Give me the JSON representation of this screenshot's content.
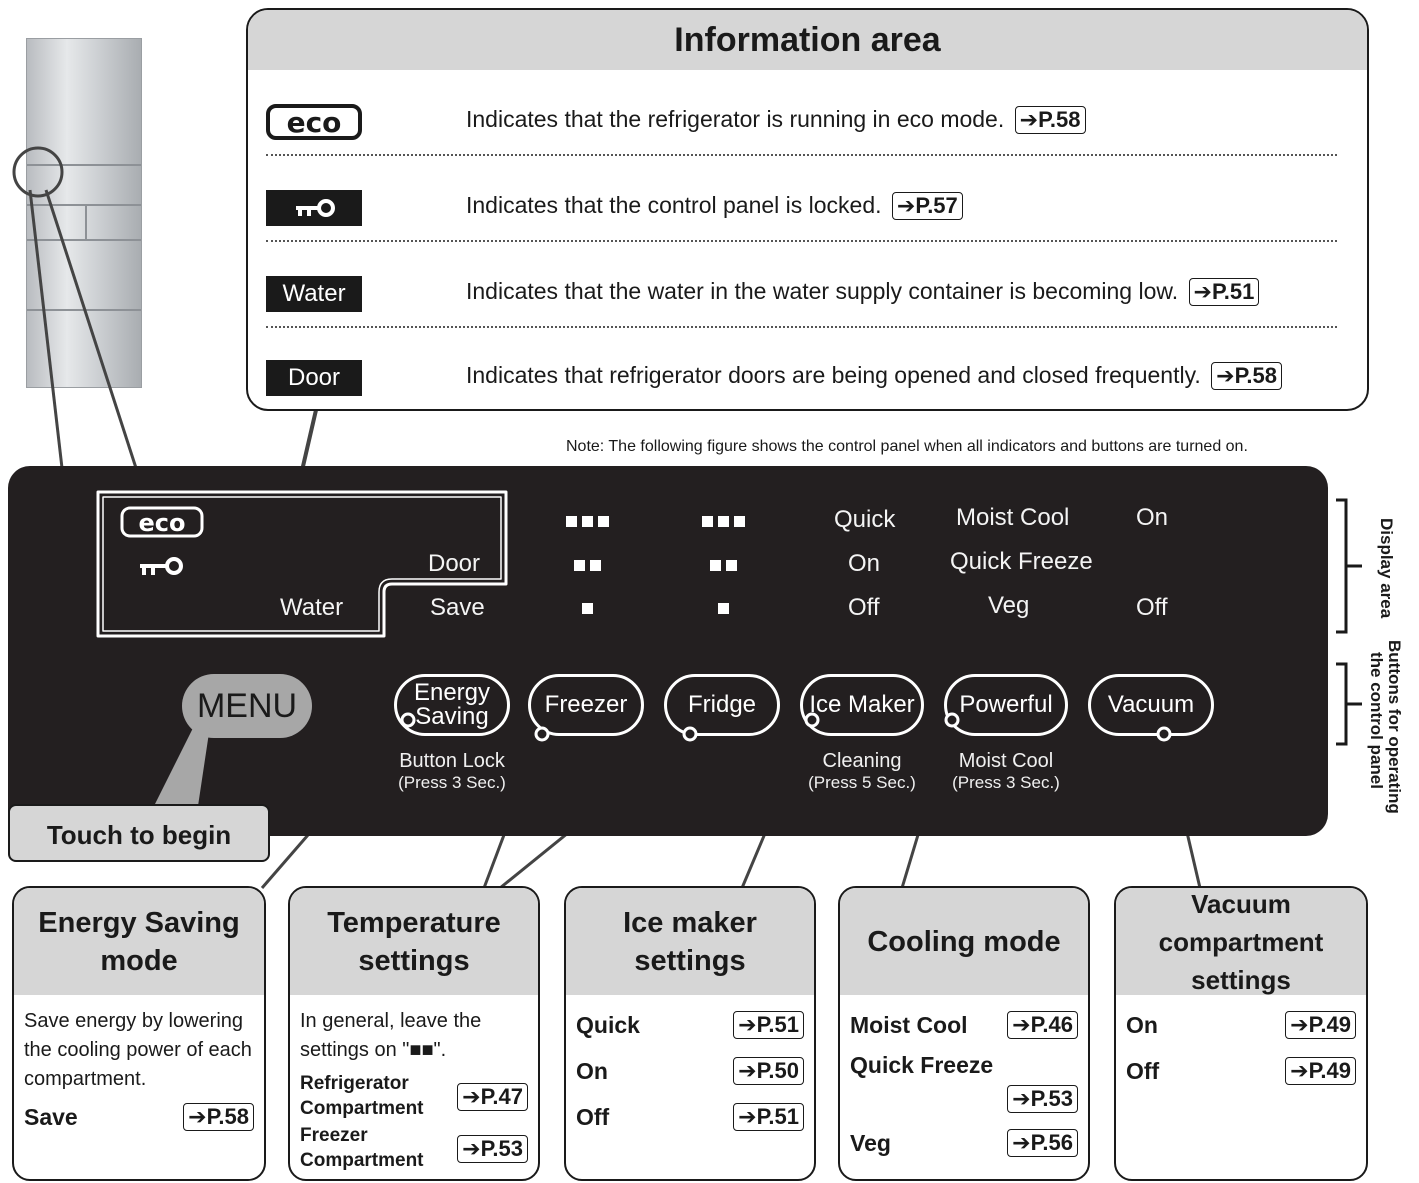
{
  "info_area": {
    "title": "Information area",
    "rows": [
      {
        "indicator": "eco",
        "text": "Indicates that the refrigerator is running in eco mode.",
        "ref": "P.58"
      },
      {
        "indicator": "lock",
        "text": "Indicates that the control panel is locked.",
        "ref": "P.57"
      },
      {
        "indicator": "Water",
        "text": "Indicates that the water in the water supply container is becoming low.",
        "ref": "P.51"
      },
      {
        "indicator": "Door",
        "text": "Indicates that refrigerator doors are being opened and closed frequently.",
        "ref": "P.58"
      }
    ]
  },
  "note": "Note: The following figure shows the control panel when all indicators and buttons are turned on.",
  "display": {
    "eco": "eco",
    "door": "Door",
    "water": "Water",
    "save": "Save",
    "quick": "Quick",
    "on": "On",
    "off": "Off",
    "moist_cool": "Moist Cool",
    "quick_freeze": "Quick Freeze",
    "veg": "Veg",
    "vac_on": "On",
    "vac_off": "Off"
  },
  "buttons": {
    "menu": "MENU",
    "energy_saving_1": "Energy",
    "energy_saving_2": "Saving",
    "freezer": "Freezer",
    "fridge": "Fridge",
    "ice_maker": "Ice Maker",
    "powerful": "Powerful",
    "vacuum": "Vacuum",
    "touch_to_begin": "Touch to begin"
  },
  "button_subs": {
    "energy_1": "Button Lock",
    "energy_2": "(Press 3 Sec.)",
    "ice_1": "Cleaning",
    "ice_2": "(Press 5 Sec.)",
    "powerful_1": "Moist Cool",
    "powerful_2": "(Press 3 Sec.)"
  },
  "side_labels": {
    "display_area": "Display area",
    "buttons_1": "Buttons for operating",
    "buttons_2": "the control panel"
  },
  "boxes": {
    "energy": {
      "title_1": "Energy Saving",
      "title_2": "mode",
      "desc": "Save energy by lowering the cooling power of each compartment.",
      "label": "Save",
      "ref": "P.58"
    },
    "temperature": {
      "title_1": "Temperature",
      "title_2": "settings",
      "desc": "In general, leave the settings on \"■■\".",
      "row1_1": "Refrigerator",
      "row1_2": "Compartment",
      "row1_ref": "P.47",
      "row2_1": "Freezer",
      "row2_2": "Compartment",
      "row2_ref": "P.53"
    },
    "ice": {
      "title_1": "Ice maker",
      "title_2": "settings",
      "rows": [
        {
          "label": "Quick",
          "ref": "P.51"
        },
        {
          "label": "On",
          "ref": "P.50"
        },
        {
          "label": "Off",
          "ref": "P.51"
        }
      ]
    },
    "cooling": {
      "title": "Cooling mode",
      "rows": [
        {
          "label": "Moist Cool",
          "ref": "P.46"
        },
        {
          "label": "Quick Freeze",
          "ref": "P.53"
        },
        {
          "label": "Veg",
          "ref": "P.56"
        }
      ]
    },
    "vacuum": {
      "title_1": "Vacuum compartment",
      "title_2": "settings",
      "rows": [
        {
          "label": "On",
          "ref": "P.49"
        },
        {
          "label": "Off",
          "ref": "P.49"
        }
      ]
    }
  },
  "arrow": "➔",
  "icons": [
    "eco-icon",
    "key-lock-icon",
    "arrow-right-icon"
  ]
}
